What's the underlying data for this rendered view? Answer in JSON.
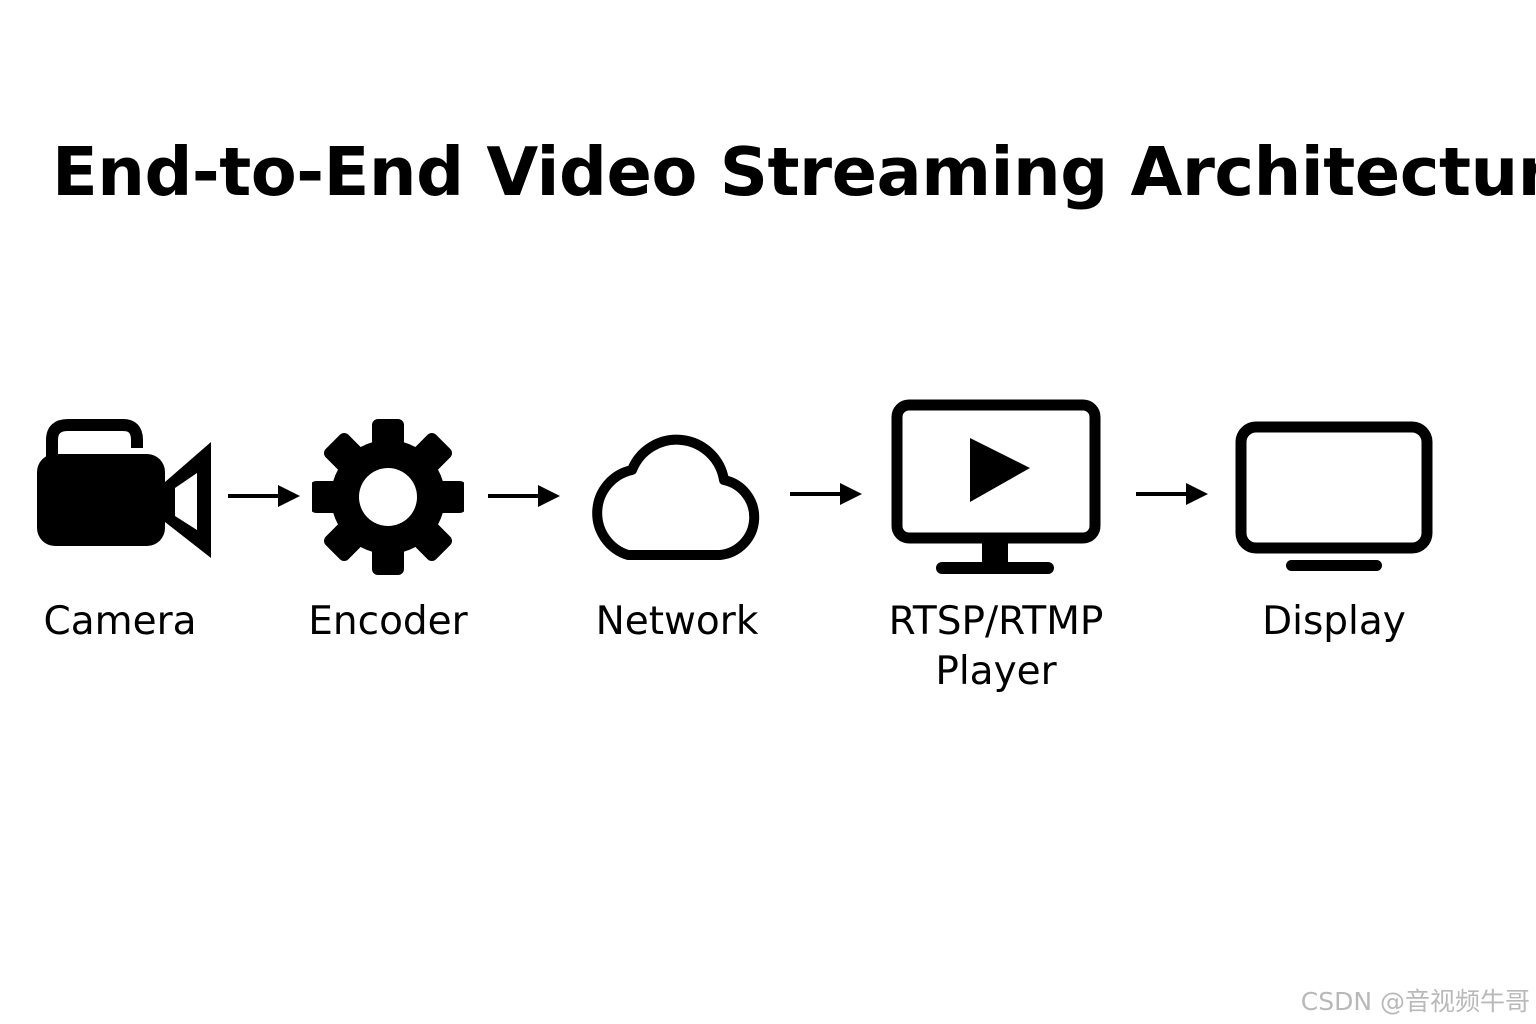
{
  "diagram": {
    "title": "End-to-End Video Streaming Architecture",
    "nodes": [
      {
        "id": "camera",
        "label": "Camera",
        "icon": "video-camera-icon"
      },
      {
        "id": "encoder",
        "label": "Encoder",
        "icon": "gear-icon"
      },
      {
        "id": "network",
        "label": "Network",
        "icon": "cloud-icon"
      },
      {
        "id": "player",
        "label_line1": "RTSP/RTMP",
        "label_line2": "Player",
        "icon": "monitor-play-icon"
      },
      {
        "id": "display",
        "label": "Display",
        "icon": "tv-display-icon"
      }
    ],
    "edges": [
      {
        "from": "camera",
        "to": "encoder"
      },
      {
        "from": "encoder",
        "to": "network"
      },
      {
        "from": "network",
        "to": "player"
      },
      {
        "from": "player",
        "to": "display"
      }
    ],
    "colors": {
      "foreground": "#000000",
      "background": "#ffffff",
      "watermark": "#b9b9b9"
    }
  },
  "watermark": {
    "text": "CSDN @音视频牛哥"
  }
}
